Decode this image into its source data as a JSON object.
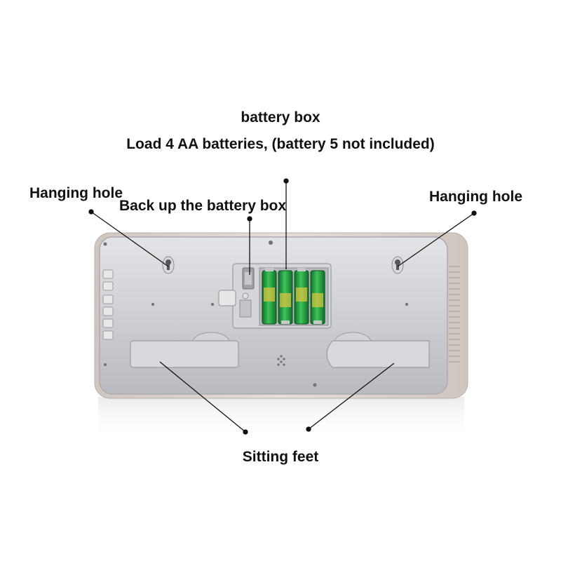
{
  "labels": {
    "title": "battery box",
    "subtitle": "Load 4 AA batteries, (battery 5 not included)",
    "hanging_hole_left": "Hanging hole",
    "backup_battery": "Back up the battery box",
    "hanging_hole_right": "Hanging hole",
    "sitting_feet": "Sitting feet"
  },
  "colors": {
    "shell": "#d8cfc8",
    "face": "#c9cbcf",
    "battery_green": "#1f9a3a",
    "pointer": "#111111"
  }
}
